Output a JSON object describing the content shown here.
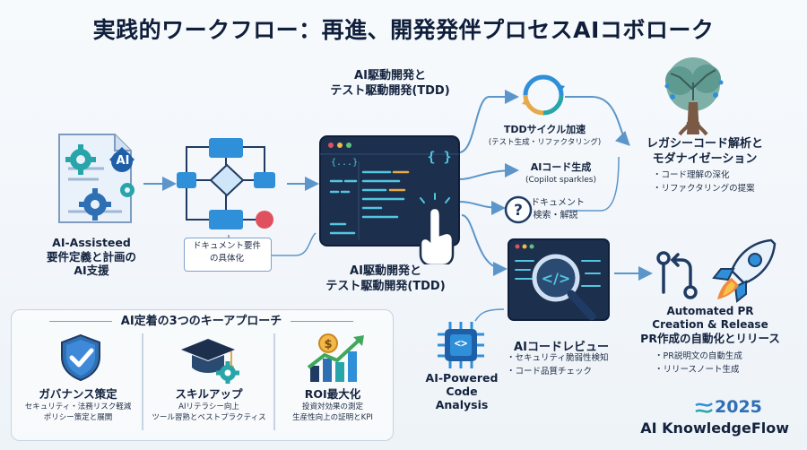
{
  "title": "実践的ワークフロー：再進、開発発伴プロセスAIコボローク",
  "requirements": {
    "badge": "AI",
    "line1": "AI-Assisteed",
    "line2": "要件定義と計画の",
    "line3": "AI支援"
  },
  "doc_requirements": {
    "line1": "ドキュメント要件",
    "line2": "の具体化"
  },
  "ai_dev_top": {
    "line1": "AI駆動開発と",
    "line2": "テスト駆動開発(TDD)"
  },
  "ai_dev_bottom": {
    "line1": "AI駆動開発と",
    "line2": "テスト駆動開発(TDD)"
  },
  "editor": {
    "brace_left": "{...}",
    "brace_right": "{ }"
  },
  "tdd_cycle": {
    "line1": "TDDサイクル加速",
    "line2": "(テスト生成・リファクタリング)"
  },
  "code_gen": {
    "line1": "AIコード生成",
    "line2": "(Copilot sparkles)"
  },
  "doc_search": {
    "line1": "ドキュメント",
    "line2": "検索・解説"
  },
  "legacy": {
    "line1": "レガシーコード解析と",
    "line2": "モダナイゼーション",
    "bullets": [
      "コード理解の深化",
      "リファクタリングの提案"
    ]
  },
  "review": {
    "title": "AIコードレビュー",
    "bullets": [
      "セキュリティ脆弱性検知",
      "コード品質チェック"
    ]
  },
  "chip": {
    "glyph": "<>"
  },
  "analysis": {
    "line1": "AI-Powered",
    "line2": "Code",
    "line3": "Analysis"
  },
  "pr": {
    "line1": "Automated PR",
    "line2": "Creation & Release",
    "line3": "PR作成の自動化とリリース",
    "bullets": [
      "PR説明文の自動生成",
      "リリースノート生成"
    ]
  },
  "approaches": {
    "header": "AI定着の3つのキーアプローチ",
    "items": [
      {
        "title": "ガバナンス策定",
        "line1": "セキュリティ・法務リスク軽減",
        "line2": "ポリシー策定と展開"
      },
      {
        "title": "スキルアップ",
        "line1": "AIリテラシー向上",
        "line2": "ツール習熟とベストプラクティス"
      },
      {
        "title": "ROI最大化",
        "line1": "投資対効果の測定",
        "line2": "生産性向上の証明とKPI"
      }
    ]
  },
  "brand": {
    "year": "2025",
    "name": "AI KnowledgeFlow"
  },
  "colors": {
    "navy": "#1f3b63",
    "accent_blue": "#2f8fd8",
    "teal": "#27a5a8",
    "arrow": "#5c95c9"
  }
}
